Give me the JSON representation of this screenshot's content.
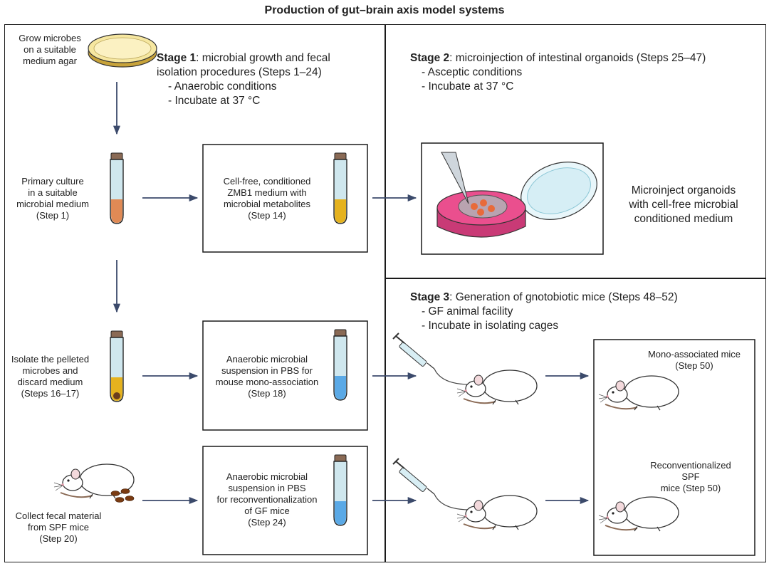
{
  "title": "Production of gut–brain axis model systems",
  "stage1": {
    "heading": "Stage 1",
    "description": ": microbial growth and fecal isolation procedures (Steps 1–24)",
    "bullets": [
      "- Anaerobic conditions",
      "- Incubate at 37 °C"
    ]
  },
  "stage2": {
    "heading": "Stage 2",
    "description": ": microinjection of intestinal organoids (Steps 25–47)",
    "bullets": [
      "- Asceptic conditions",
      "- Incubate at 37 °C"
    ]
  },
  "stage3": {
    "heading": "Stage 3",
    "description": ": Generation of gnotobiotic mice (Steps 48–52)",
    "bullets": [
      "- GF animal facility",
      "- Incubate in isolating cages"
    ]
  },
  "labels": {
    "grow": [
      "Grow microbes",
      "on a suitable",
      "medium agar"
    ],
    "primary": [
      "Primary culture",
      "in a suitable",
      "microbial medium",
      "(Step 1)"
    ],
    "cellfree": [
      "Cell-free, conditioned",
      "ZMB1 medium with",
      "microbial metabolites",
      "(Step 14)"
    ],
    "microinject": [
      "Microinject organoids",
      "with cell-free microbial",
      "conditioned medium"
    ],
    "isolate": [
      "Isolate the pelleted",
      "microbes and",
      "discard medium",
      "(Steps 16–17)"
    ],
    "mono_susp": [
      "Anaerobic microbial",
      "suspension in PBS for",
      "mouse mono-association",
      "(Step 18)"
    ],
    "mono_mice": [
      "Mono-associated mice",
      "(Step 50)"
    ],
    "fecal": [
      "Collect fecal material",
      "from SPF mice",
      "(Step 20)"
    ],
    "reconv_susp": [
      "Anaerobic microbial",
      "suspension in PBS",
      "for reconventionalization",
      "of GF mice",
      "(Step 24)"
    ],
    "reconv_mice": [
      "Reconventionalized",
      "SPF",
      "mice (Step 50)"
    ]
  },
  "colors": {
    "arrow": "#3b4a6b",
    "tube_orange": "#e08a55",
    "tube_yellow": "#e5b21e",
    "tube_blue": "#5aa9e6",
    "tube_top": "#cfe7ee",
    "cap": "#8a6a55",
    "dish_pink": "#ea4f8e",
    "agar": "#f6e7a0"
  }
}
